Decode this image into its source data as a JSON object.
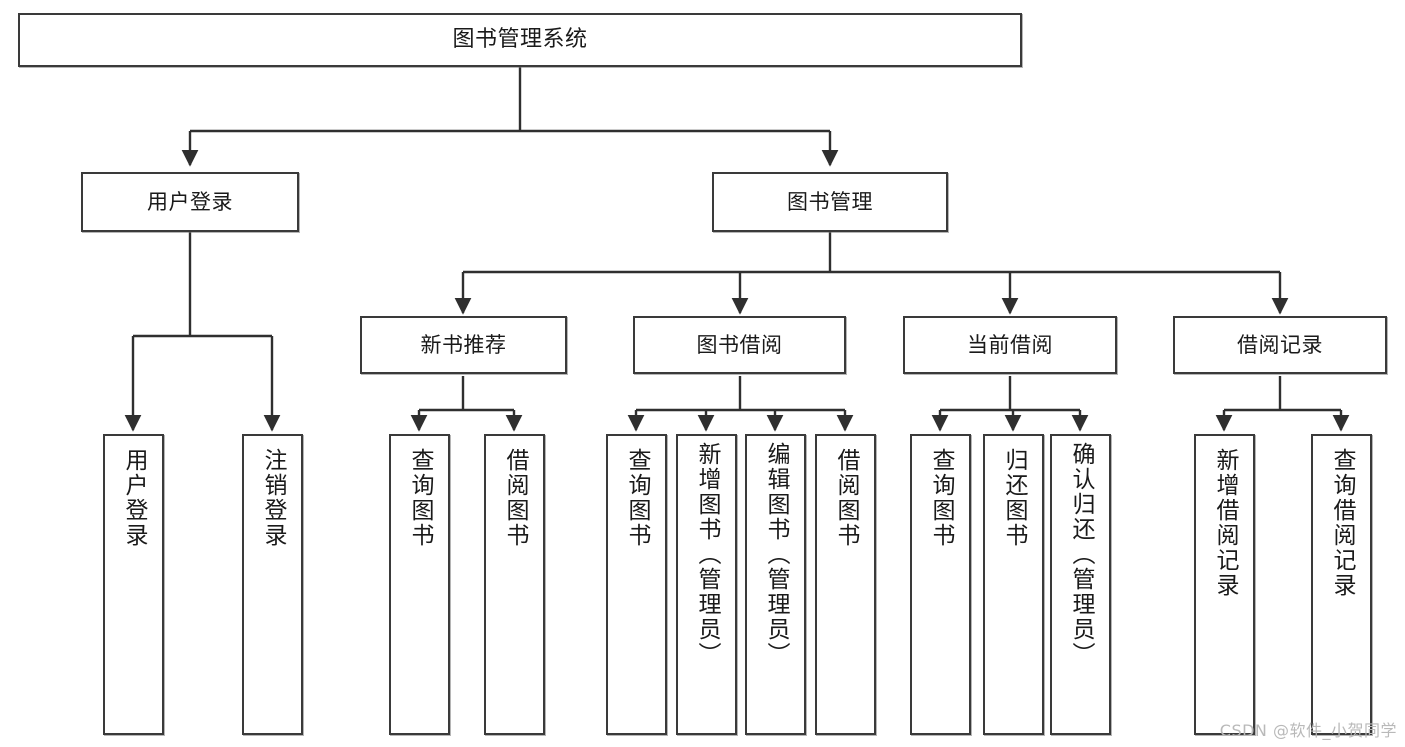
{
  "diagram": {
    "title": "图书管理系统",
    "type": "tree-hierarchy-diagram",
    "watermark": "CSDN @软件_小贺同学",
    "colors": {
      "box_border": "#3a3a3a",
      "box_fill": "#ffffff",
      "connector": "#2f2f2f",
      "text": "#1a1a1a",
      "watermark": "#b9b9b9"
    },
    "root": {
      "label": "图书管理系统"
    },
    "level2": [
      {
        "label": "用户登录"
      },
      {
        "label": "图书管理"
      }
    ],
    "level3": [
      {
        "label": "新书推荐"
      },
      {
        "label": "图书借阅"
      },
      {
        "label": "当前借阅"
      },
      {
        "label": "借阅记录"
      }
    ],
    "leaves": {
      "user_login": [
        {
          "label": "用户登录"
        },
        {
          "label": "注销登录"
        }
      ],
      "new_book_recommend": [
        {
          "label": "查询图书"
        },
        {
          "label": "借阅图书"
        }
      ],
      "book_borrow": [
        {
          "label": "查询图书"
        },
        {
          "label": "新增图书（管理员）"
        },
        {
          "label": "编辑图书（管理员）"
        },
        {
          "label": "借阅图书"
        }
      ],
      "current_borrow": [
        {
          "label": "查询图书"
        },
        {
          "label": "归还图书"
        },
        {
          "label": "确认归还（管理员）"
        }
      ],
      "borrow_record": [
        {
          "label": "新增借阅记录"
        },
        {
          "label": "查询借阅记录"
        }
      ]
    }
  }
}
